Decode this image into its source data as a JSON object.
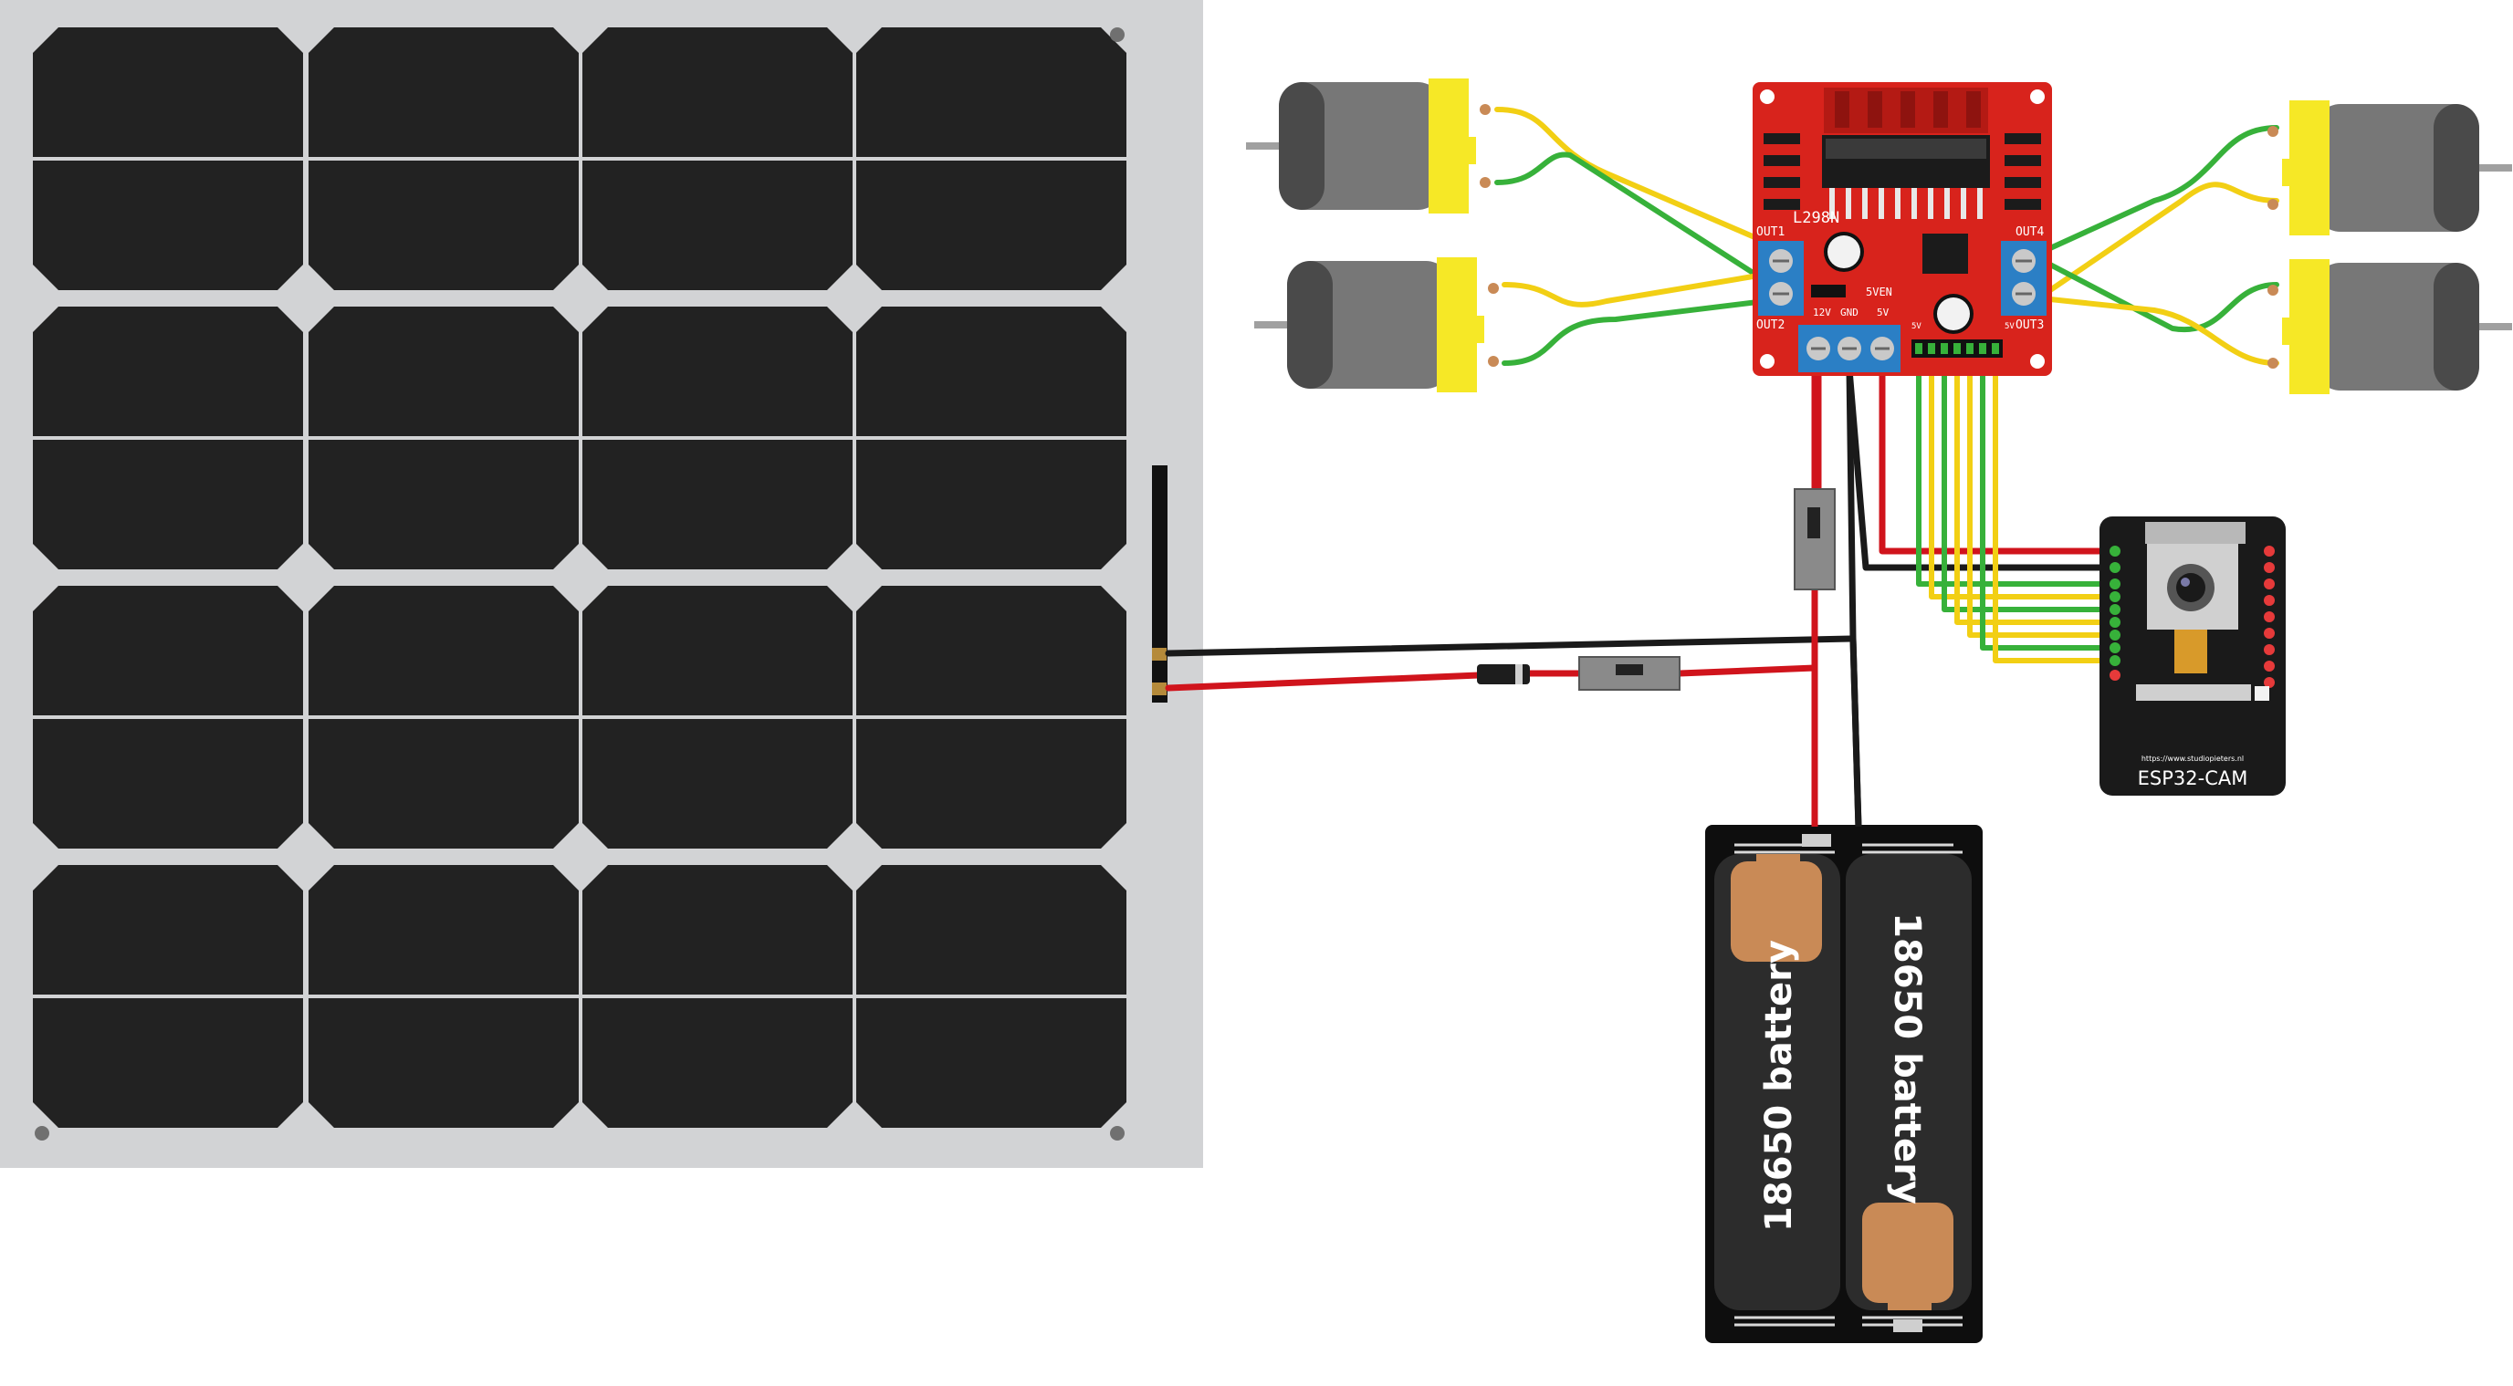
{
  "driver": {
    "chip_label": "L298N",
    "out1": "OUT1",
    "out2": "OUT2",
    "out3": "OUT3",
    "out4": "OUT4",
    "pwr_12v": "12V",
    "pwr_gnd": "GND",
    "pwr_5v": "5V",
    "jumper_5ven": "5VEN",
    "header_5v_left": "5V",
    "header_5v_right": "5V"
  },
  "esp": {
    "url": "https://www.studiopieters.nl",
    "label": "ESP32-CAM"
  },
  "battery": {
    "cell_left": "18650 battery",
    "cell_right": "18650 battery"
  },
  "colors": {
    "panel_bg": "#d2d3d5",
    "cell": "#222222",
    "board_red": "#d8231c",
    "terminal_blue": "#2b7fc5",
    "wire_red": "#d0141c",
    "wire_black": "#1a1a1a",
    "wire_yellow": "#f2cf14",
    "wire_green": "#37b13a",
    "motor_body": "#737373",
    "motor_cap": "#f6e826",
    "copper": "#c98a56"
  }
}
